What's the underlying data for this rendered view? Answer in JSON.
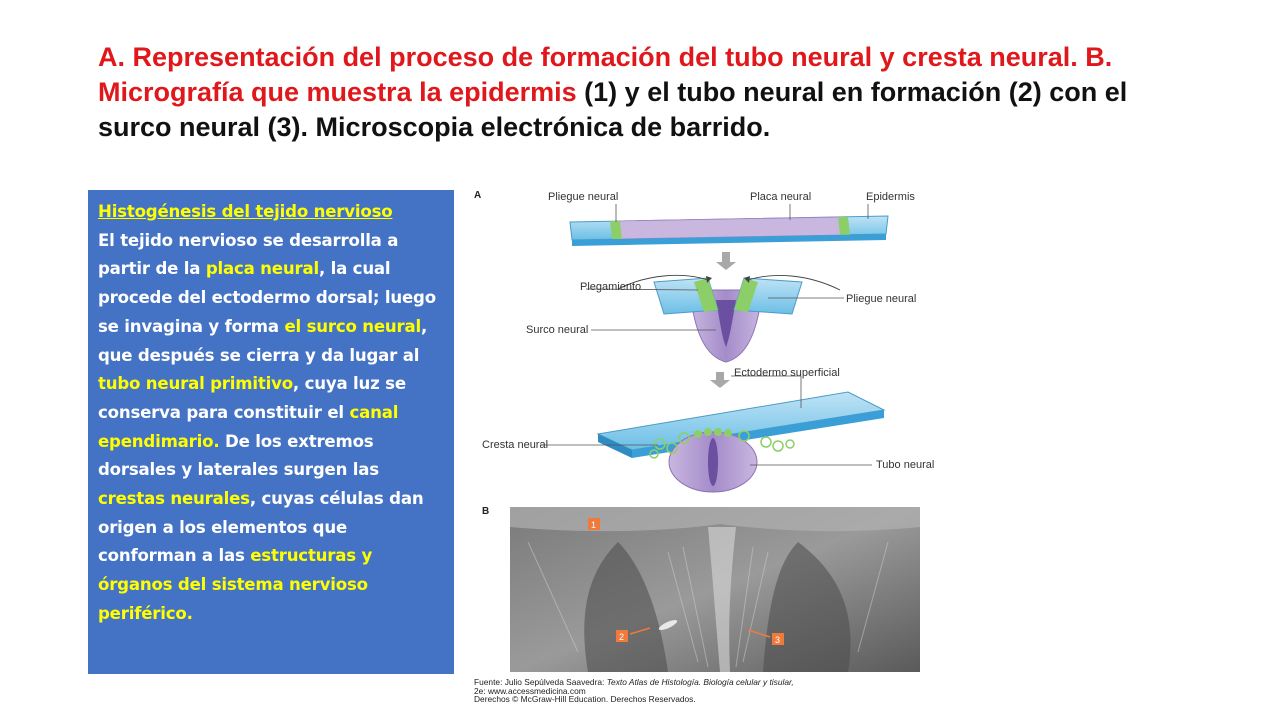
{
  "title": {
    "part1_red": "A. Representación del proceso de formación del tubo neural y cresta neural. B. Micrografía que muestra la epidermis",
    "part2_black": " (1) y el tubo neural en formación (2) con el surco neural (3). Microscopia electrónica de barrido."
  },
  "textbox": {
    "heading": "Histogénesis del tejido nervioso",
    "segments": [
      {
        "t": "El tejido nervioso se desarrolla a partir de la ",
        "hl": false
      },
      {
        "t": "placa neural",
        "hl": true
      },
      {
        "t": ", la cual procede del ectodermo dorsal; luego se invagina y forma ",
        "hl": false
      },
      {
        "t": "el surco neural",
        "hl": true
      },
      {
        "t": ", que después se cierra y da lugar al ",
        "hl": false
      },
      {
        "t": "tubo neural primitivo",
        "hl": true
      },
      {
        "t": ", cuya luz se conserva para constituir el ",
        "hl": false
      },
      {
        "t": "canal ependimario.",
        "hl": true
      },
      {
        "t": " De los extremos dorsales y laterales surgen las ",
        "hl": false
      },
      {
        "t": "crestas neurales",
        "hl": true
      },
      {
        "t": ", cuyas células dan origen a los elementos que conforman a las ",
        "hl": false
      },
      {
        "t": "estructuras y órganos del sistema nervioso periférico.",
        "hl": true
      }
    ]
  },
  "figure": {
    "panel_a": "A",
    "panel_b": "B",
    "labels": {
      "pliegue_neural_top": "Pliegue neural",
      "placa_neural": "Placa neural",
      "epidermis": "Epidermis",
      "plegamiento": "Plegamiento",
      "pliegue_neural_mid": "Pliegue neural",
      "surco_neural": "Surco neural",
      "ectodermo_superficial": "Ectodermo superficial",
      "cresta_neural": "Cresta neural",
      "tubo_neural": "Tubo neural"
    },
    "markers": [
      "1",
      "2",
      "3"
    ]
  },
  "credit": {
    "line1_prefix": "Fuente: Julio Sepúlveda Saavedra: ",
    "line1_italic": "Texto Atlas de Histología. Biología celular y tisular,",
    "line2": "2e: www.accessmedicina.com",
    "line3": "Derechos © McGraw-Hill Education. Derechos Reservados."
  },
  "colors": {
    "title_red": "#e0181b",
    "box_blue": "#4472c4",
    "highlight_yellow": "#ffff00"
  }
}
